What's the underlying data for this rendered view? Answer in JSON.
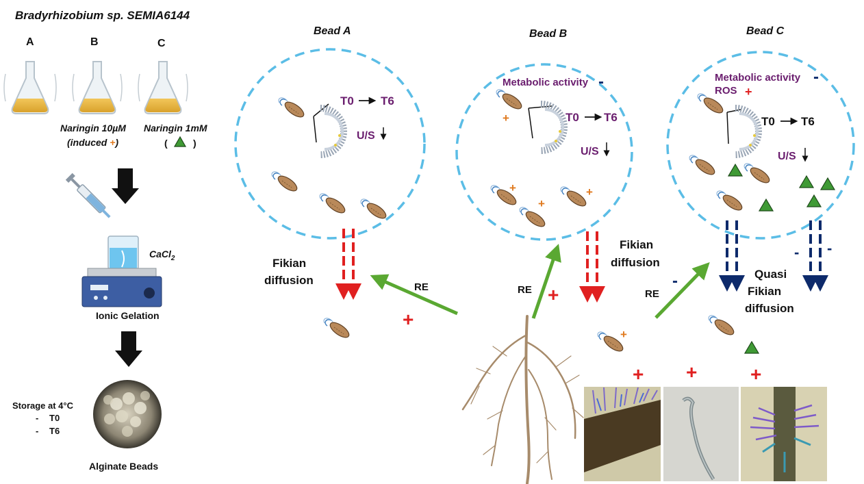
{
  "left_panel": {
    "title": "Bradyrhizobium sp. SEMIA6144",
    "flask_labels": [
      "A",
      "B",
      "C"
    ],
    "flask_b_caption_line1": "Naringin 10µM",
    "flask_b_caption_line2_a": "(induced ",
    "flask_b_caption_line2_plus": "+",
    "flask_b_caption_line2_b": ")",
    "flask_c_caption_line1": "Naringin 1mM",
    "flask_c_caption_line2_open": "(",
    "flask_c_caption_line2_close": ")",
    "cacl2_label": "CaCl",
    "cacl2_subscript": "2",
    "ionic_gelation": "Ionic Gelation",
    "storage_title": "Storage at 4°C",
    "storage_items": [
      "T0",
      "T6"
    ],
    "storage_bullet": "-",
    "alginate_beads": "Alginate Beads"
  },
  "beads": {
    "a": {
      "title": "Bead A",
      "t0": "T0",
      "t6": "T6",
      "us": "U/S"
    },
    "b": {
      "title": "Bead B",
      "metabolic": "Metabolic activity",
      "metabolic_sign": "-",
      "t0": "T0",
      "t6": "T6",
      "us": "U/S"
    },
    "c": {
      "title": "Bead C",
      "metabolic": "Metabolic activity",
      "metabolic_sign": "-",
      "ros": "ROS",
      "ros_sign": "+",
      "t0": "T0",
      "t6": "T6",
      "us": "U/S"
    }
  },
  "diffusion": {
    "a_line1": "Fikian",
    "a_line2": "diffusion",
    "b_line1": "Fikian",
    "b_line2": "diffusion",
    "c_line1": "Quasi",
    "c_line2": "Fikian",
    "c_line3": "diffusion"
  },
  "re_label": "RE",
  "plus": "+",
  "minus": "-",
  "colors": {
    "bead_border": "#5bbde6",
    "red_arrow": "#e02020",
    "navy_arrow": "#0d2a6b",
    "green_arrow": "#5aa832",
    "purple_text": "#6a1d6e",
    "orange_plus": "#e07a1f",
    "triangle_green": "#3f9a35"
  }
}
